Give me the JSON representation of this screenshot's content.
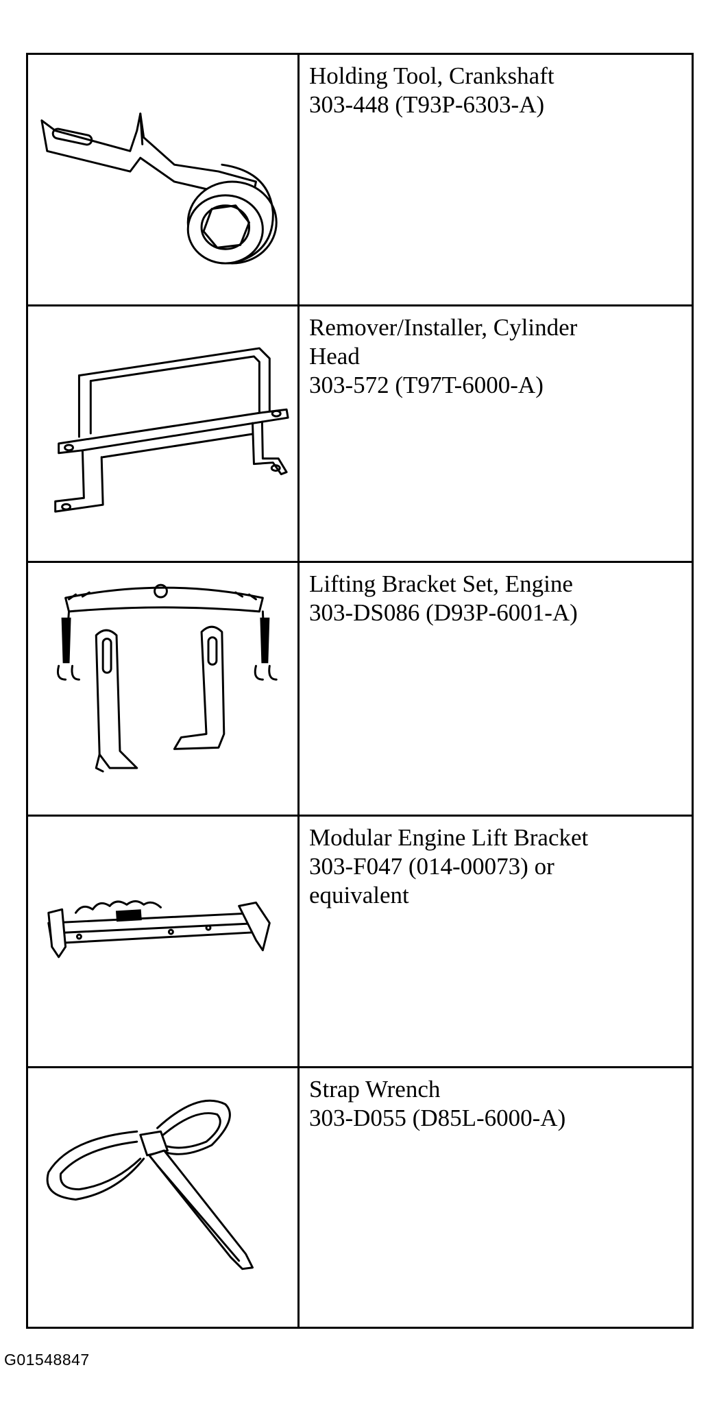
{
  "tools": [
    {
      "icon": "crankshaft-holding-tool-icon",
      "lines": [
        "Holding Tool, Crankshaft",
        "303-448 (T93P-6303-A)"
      ]
    },
    {
      "icon": "cylinder-head-remover-icon",
      "lines": [
        "Remover/Installer, Cylinder",
        "Head",
        "303-572 (T97T-6000-A)"
      ]
    },
    {
      "icon": "engine-lifting-bracket-set-icon",
      "lines": [
        "Lifting Bracket Set, Engine",
        "303-DS086 (D93P-6001-A)"
      ]
    },
    {
      "icon": "modular-engine-lift-bracket-icon",
      "lines": [
        "Modular Engine Lift Bracket",
        "303-F047 (014-00073) or",
        "equivalent"
      ]
    },
    {
      "icon": "strap-wrench-icon",
      "lines": [
        "Strap Wrench",
        "303-D055 (D85L-6000-A)"
      ]
    }
  ],
  "figure_id": "G01548847"
}
